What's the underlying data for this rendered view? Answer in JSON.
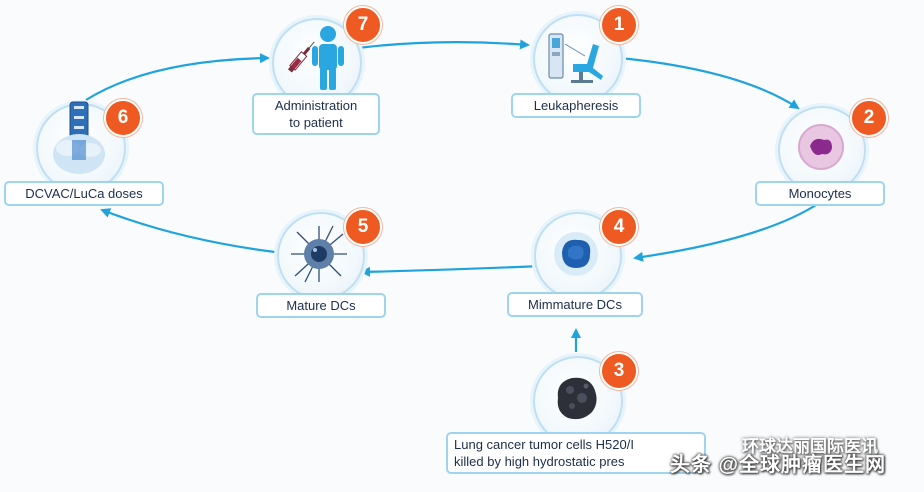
{
  "steps": [
    {
      "number": "1",
      "label": "Leukapheresis",
      "icon": "apheresis-chair-icon"
    },
    {
      "number": "2",
      "label": "Monocytes",
      "icon": "monocyte-cell-icon"
    },
    {
      "number": "3",
      "label_line1": "Lung cancer tumor cells H520/I",
      "label_line2": "killed by high hydrostatic pres",
      "icon": "tumor-cell-icon"
    },
    {
      "number": "4",
      "label": "Mimmature DCs",
      "icon": "immature-dc-icon"
    },
    {
      "number": "5",
      "label": "Mature DCs",
      "icon": "mature-dc-icon"
    },
    {
      "number": "6",
      "label": "DCVAC/LuCa doses",
      "icon": "cryo-vial-icon"
    },
    {
      "number": "7",
      "label_line1": "Administration",
      "label_line2": "to patient",
      "icon": "syringe-patient-icon"
    }
  ],
  "watermark": {
    "text": "头条 @全球肿瘤医生网",
    "text2": "环球达丽国际医讯"
  },
  "colors": {
    "arrow": "#1fa3dc",
    "badge": "#ef5a22",
    "label_border": "#9fd4ee"
  }
}
